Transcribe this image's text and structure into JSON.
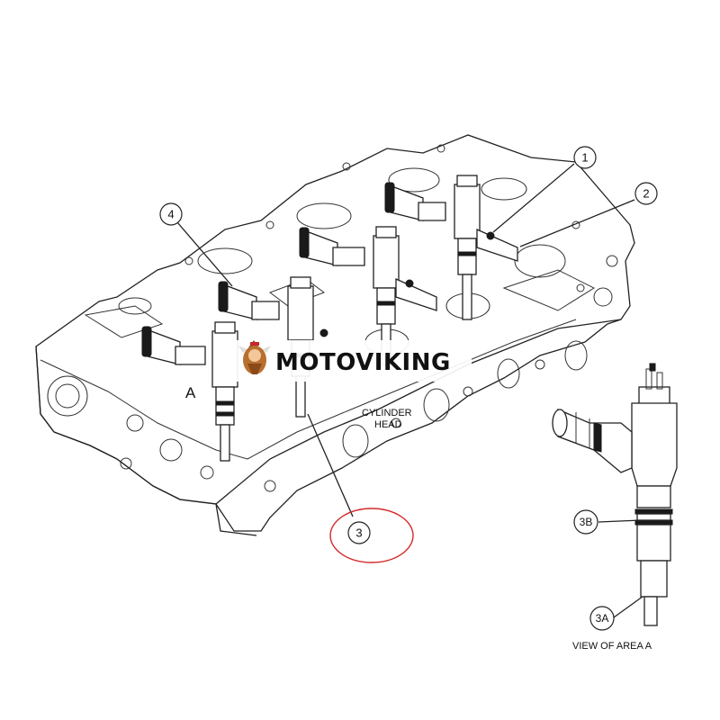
{
  "callouts": {
    "c1": "1",
    "c2": "2",
    "c3": "3",
    "c4": "4",
    "c3a": "3A",
    "c3b": "3B"
  },
  "labels": {
    "area_marker": "A",
    "cylinder_head_line1": "CYLINDER",
    "cylinder_head_line2": "HEAD",
    "view_caption": "VIEW OF AREA  A"
  },
  "watermark": {
    "brand": "MOTOVIKING",
    "logo_icon": "viking-mascot-icon"
  },
  "colors": {
    "highlight_ring": "#d42a2a",
    "ink": "#222222",
    "watermark_bg": "#ffffff"
  }
}
